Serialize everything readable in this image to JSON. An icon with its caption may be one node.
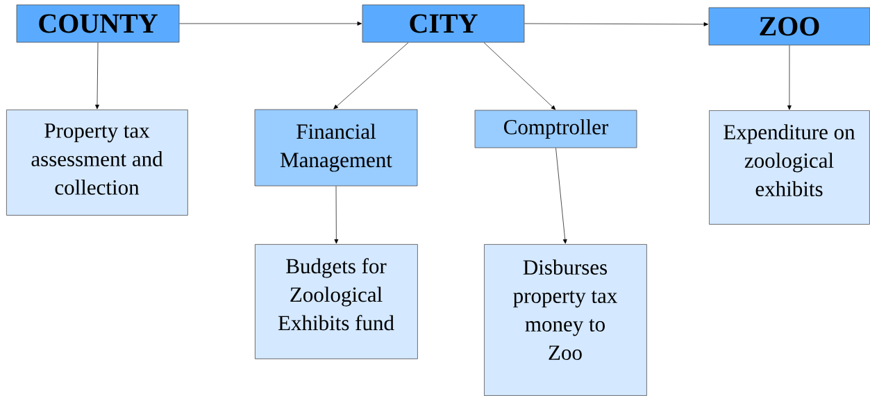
{
  "diagram": {
    "nodes": [
      {
        "text": [
          "COUNTY"
        ]
      },
      {
        "text": [
          "CITY"
        ]
      },
      {
        "text": [
          "ZOO"
        ]
      },
      {
        "text": [
          "Property tax assessment and collection"
        ]
      },
      {
        "text": [
          "Financial Management"
        ]
      },
      {
        "text": [
          "Comptroller"
        ]
      },
      {
        "text": [
          "Expenditure on zoological exhibits"
        ]
      },
      {
        "text": [
          "Budgets for Zoological Exhibits fund"
        ]
      },
      {
        "text": [
          "Disburses property tax money to Zoo"
        ]
      }
    ],
    "edges": [
      {
        "from": 0,
        "to": 1,
        "arrow": "to"
      },
      {
        "from": 1,
        "to": 2,
        "arrow": "to"
      },
      {
        "from": 0,
        "to": 3,
        "arrow": "to"
      },
      {
        "from": 1,
        "to": 4,
        "arrow": "to"
      },
      {
        "from": 1,
        "to": 5,
        "arrow": "to"
      },
      {
        "from": 2,
        "to": 6,
        "arrow": "to"
      },
      {
        "from": 4,
        "to": 7,
        "arrow": "to"
      },
      {
        "from": 5,
        "to": 8,
        "arrow": "to"
      }
    ]
  }
}
